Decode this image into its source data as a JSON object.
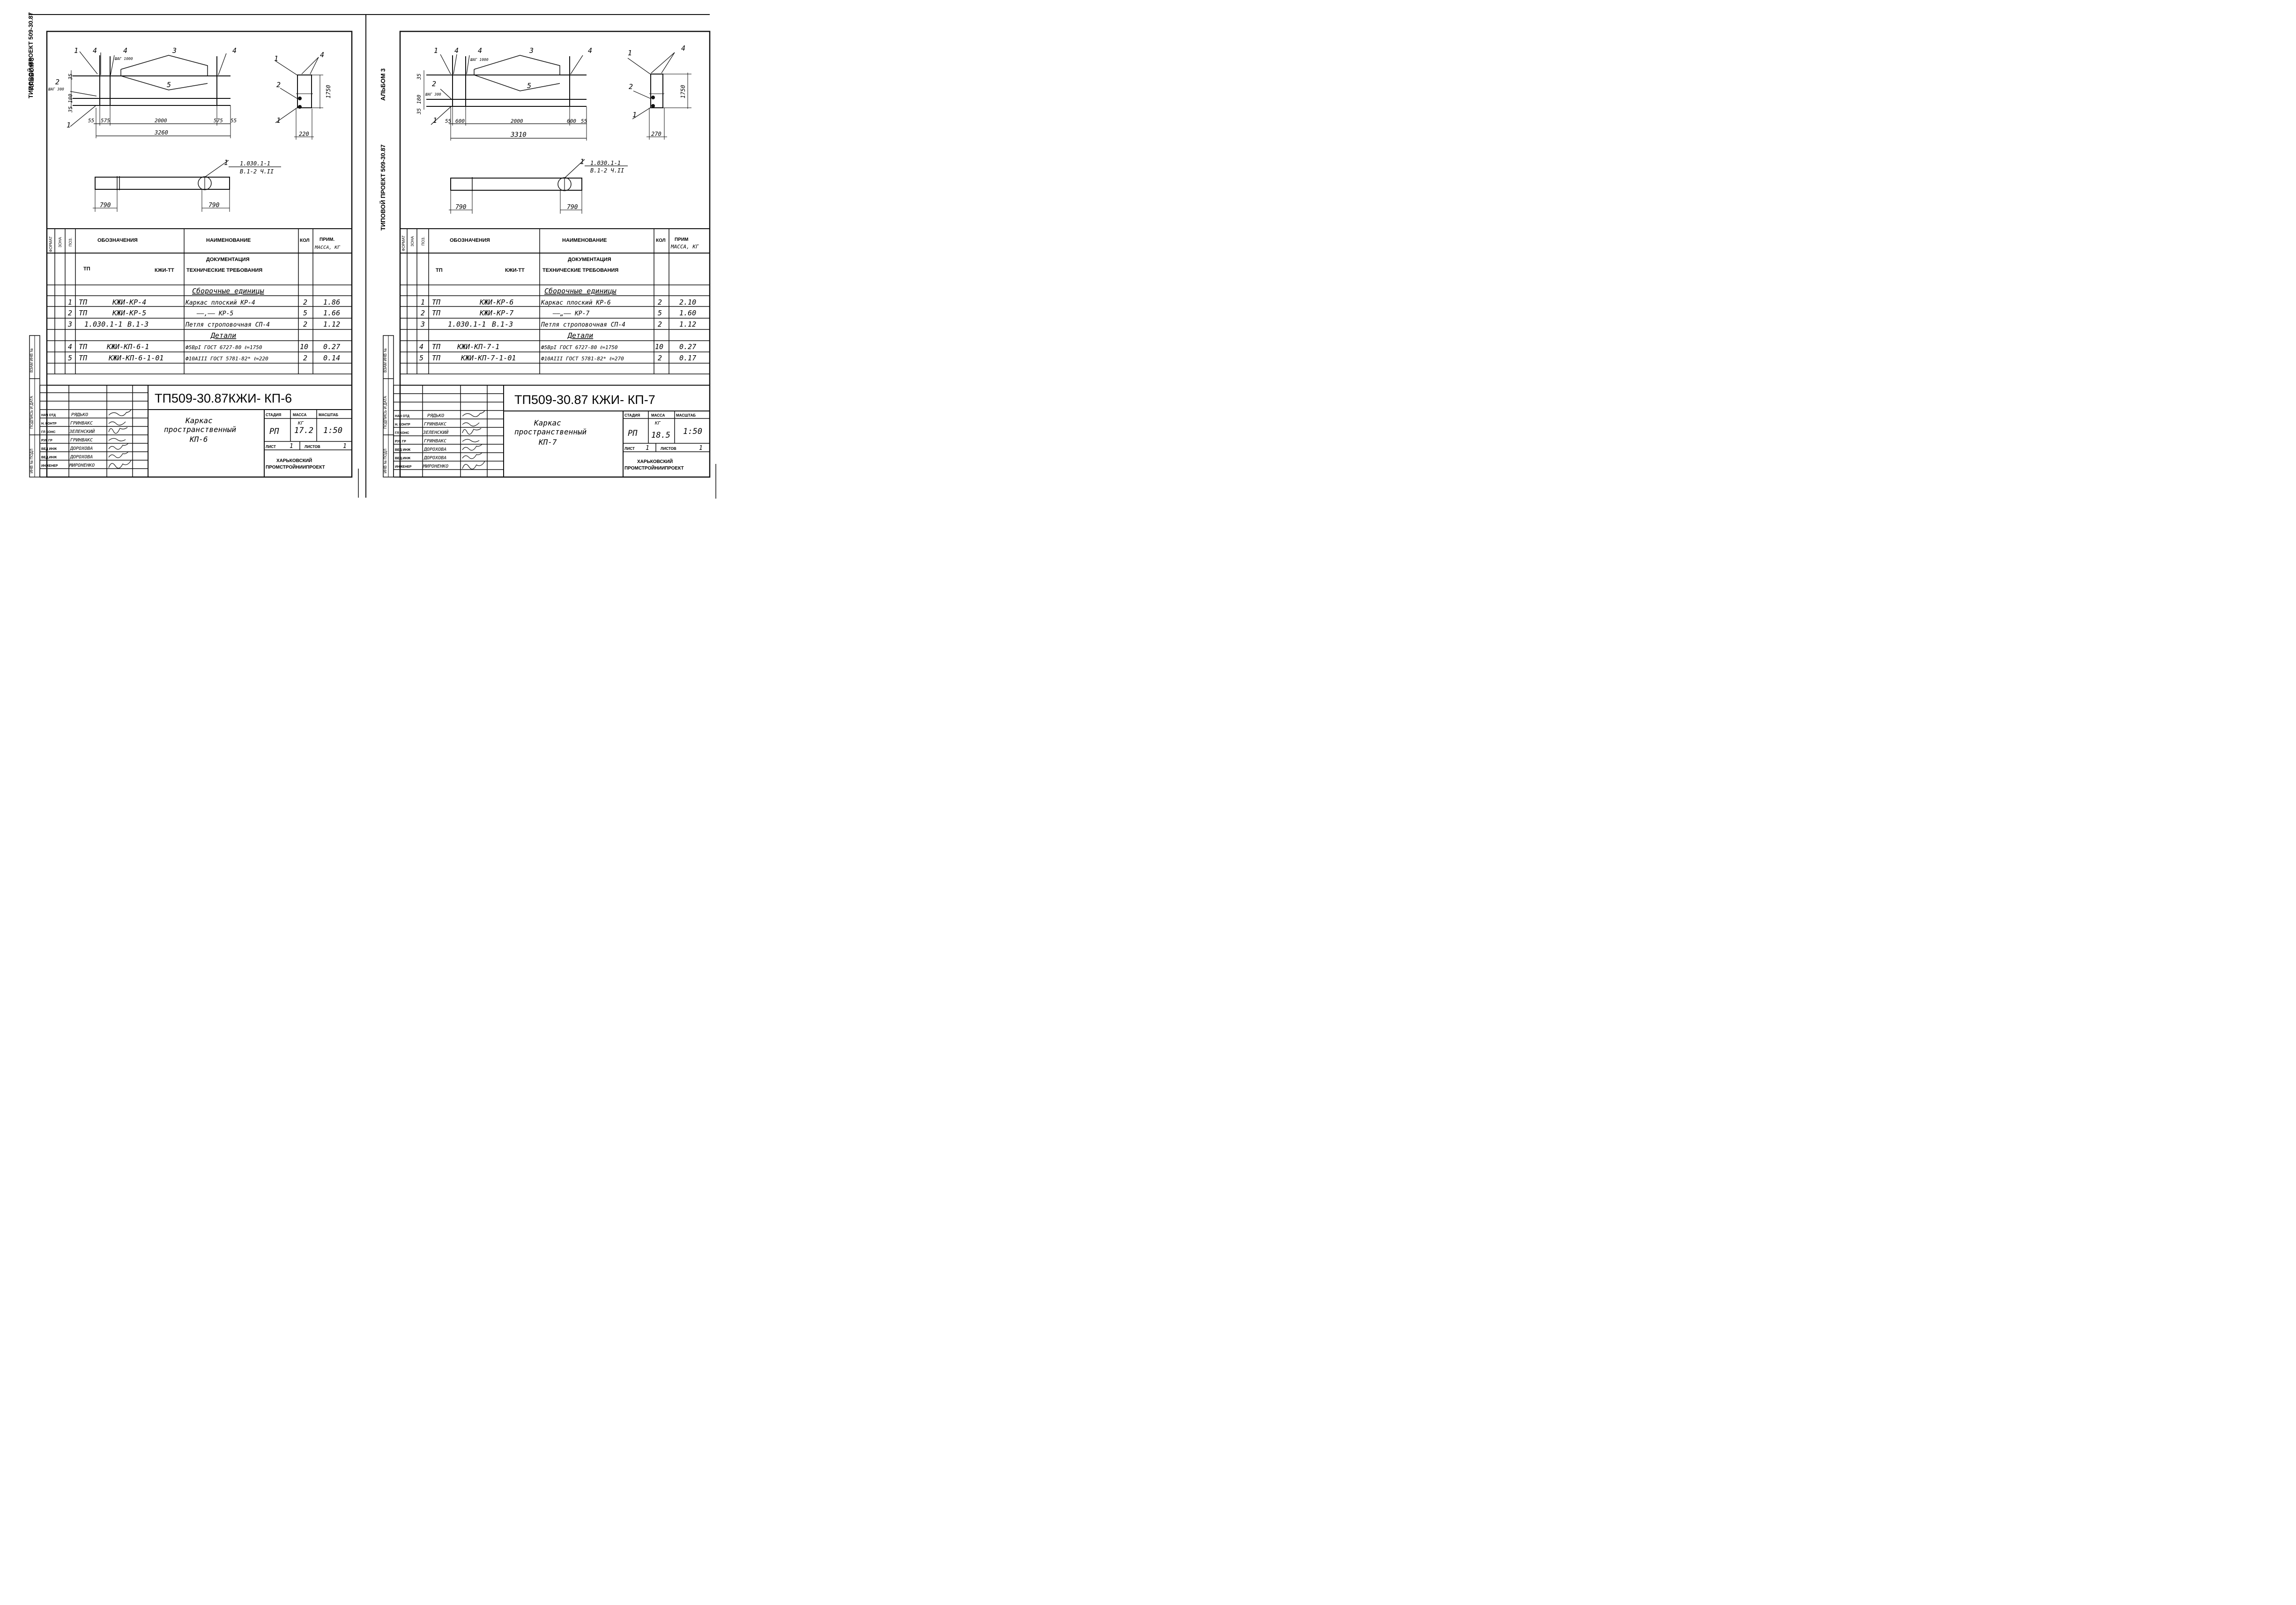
{
  "left_sheet": {
    "side_label": "ТИПОВОЙ ПРОЕКТ 509-30.87",
    "album_label": "АЛЬБОМ 3",
    "drawing": {
      "pos_labels": [
        "1",
        "4",
        "4",
        "3",
        "4",
        "2",
        "5",
        "1",
        "1",
        "2",
        "1",
        "4"
      ],
      "step_top": "ШАГ 1000",
      "step_left": "ШАГ 300",
      "dims_v": [
        "35",
        "180",
        "35"
      ],
      "dims_h": [
        "55",
        "575",
        "2000",
        "575",
        "55"
      ],
      "total": "3260",
      "side_height": "1750",
      "side_width": "220",
      "plan_ref_pos": "1",
      "plan_ref1": "1.030.1-1",
      "plan_ref2": "В.1-2 Ч.II",
      "plan_dim_left": "790",
      "plan_dim_right": "790"
    },
    "spec": {
      "headers": {
        "format": "ФОРМАТ",
        "zone": "ЗОНА",
        "pos": "ПОЗ.",
        "designation": "ОБОЗНАЧЕНИЯ",
        "name": "НАИМЕНОВАНИЕ",
        "qty": "КОЛ",
        "note": "ПРИМ.",
        "note2": "МАССА, КГ"
      },
      "doc_designation_left": "ТП",
      "doc_designation_right": "КЖИ-ТТ",
      "doc_title": "ДОКУМЕНТАЦИЯ",
      "doc_name": "ТЕХНИЧЕСКИЕ ТРЕБОВАНИЯ",
      "section_assemblies": "Сборочные единицы",
      "section_details": "Детали",
      "rows": [
        {
          "pos": "1",
          "des_a": "ТП",
          "des_b": "КЖИ-КР-4",
          "name": "Каркас плоский КР-4",
          "qty": "2",
          "note": "1.86"
        },
        {
          "pos": "2",
          "des_a": "ТП",
          "des_b": "КЖИ-КР-5",
          "name": "——,——    КР-5",
          "qty": "5",
          "note": "1.66"
        },
        {
          "pos": "3",
          "des_a": "1.030.1-1",
          "des_b": "В.1-3",
          "name": "Петля строповочная СП-4",
          "qty": "2",
          "note": "1.12"
        },
        {
          "pos": "4",
          "des_a": "ТП",
          "des_b": "КЖИ-КП-6-1",
          "name": "Ф5ВрI ГОСТ 6727-80 ℓ=1750",
          "qty": "10",
          "note": "0.27"
        },
        {
          "pos": "5",
          "des_a": "ТП",
          "des_b": "КЖИ-КП-6-1-01",
          "name": "Ф10АIII ГОСТ 5781-82* ℓ=220",
          "qty": "2",
          "note": "0.14"
        }
      ]
    },
    "title_block": {
      "code": "ТП509-30.87КЖИ- КП-6",
      "title1": "Каркас",
      "title2": "пространственный",
      "title3": "КП-6",
      "stage_label": "СТАДИЯ",
      "mass_label": "МАССА",
      "scale_label": "МАСШТАБ",
      "stage": "РП",
      "mass_unit": "КГ",
      "mass": "17.2",
      "scale": "1:50",
      "sheet_label": "ЛИСТ",
      "sheet": "1",
      "sheets_label": "ЛИСТОВ",
      "sheets": "1",
      "org1": "ХАРЬКОВСКИЙ",
      "org2": "ПРОМСТРОЙНИИПРОЕКТ",
      "staff": [
        {
          "role": "НАЧ ОТД",
          "name": "РЯДЬКО"
        },
        {
          "role": "Н. КОНТР",
          "name": "ГРИНВАКС"
        },
        {
          "role": "ГЛ КОНС",
          "name": "ЗЕЛЕНСКИЙ"
        },
        {
          "role": "РУК ГР",
          "name": "ГРИНВАКС"
        },
        {
          "role": "ВЕД ИНЖ",
          "name": "ДОРОХОВА"
        },
        {
          "role": "ВЕД.ИНЖ",
          "name": "ДОРОХОВА"
        },
        {
          "role": "ИНЖЕНЕР",
          "name": "МИРОНЕНКО"
        }
      ],
      "margin_labels": [
        "ВЗАМ ИНВ №",
        "ПОДПИСЬ И ДАТА",
        "ИНВ № ПОДЛ"
      ]
    }
  },
  "right_sheet": {
    "side_label": "ТИПОВОЙ ПРОЕКТ 509-30.87",
    "album_label": "АЛЬБОМ 3",
    "drawing": {
      "pos_labels": [
        "1",
        "4",
        "4",
        "3",
        "4",
        "2",
        "5",
        "1",
        "1",
        "2",
        "1",
        "4"
      ],
      "step_top": "ШАГ 1000",
      "step_left": "ШАГ 300",
      "dims_v": [
        "35",
        "180",
        "35"
      ],
      "dims_h": [
        "55",
        "600",
        "2000",
        "600",
        "55"
      ],
      "total": "3310",
      "side_height": "1750",
      "side_width": "270",
      "plan_ref_pos": "1",
      "plan_ref1": "1.030.1-1",
      "plan_ref2": "В.1-2 Ч.II",
      "plan_dim_left": "790",
      "plan_dim_right": "790"
    },
    "spec": {
      "headers": {
        "format": "ФОРМАТ",
        "zone": "ЗОНА",
        "pos": "ПОЗ.",
        "designation": "ОБОЗНАЧЕНИЯ",
        "name": "НАИМЕНОВАНИЕ",
        "qty": "КОЛ",
        "note": "ПРИМ",
        "note2": "МАССА, КГ"
      },
      "doc_designation_left": "ТП",
      "doc_designation_right": "КЖИ-ТТ",
      "doc_title": "ДОКУМЕНТАЦИЯ",
      "doc_name": "ТЕХНИЧЕСКИЕ ТРЕБОВАНИЯ",
      "section_assemblies": "Сборочные единицы",
      "section_details": "Детали",
      "rows": [
        {
          "pos": "1",
          "des_a": "ТП",
          "des_b": "КЖИ-КР-6",
          "name": "Каркас плоский КР-6",
          "qty": "2",
          "note": "2.10"
        },
        {
          "pos": "2",
          "des_a": "ТП",
          "des_b": "КЖИ-КР-7",
          "name": "——„——    КР-7",
          "qty": "5",
          "note": "1.60"
        },
        {
          "pos": "3",
          "des_a": "1.030.1-1",
          "des_b": "В.1-3",
          "name": "Петля строповочная СП-4",
          "qty": "2",
          "note": "1.12"
        },
        {
          "pos": "4",
          "des_a": "ТП",
          "des_b": "КЖИ-КП-7-1",
          "name": "Ф5ВрI ГОСТ 6727-80 ℓ=1750",
          "qty": "10",
          "note": "0.27"
        },
        {
          "pos": "5",
          "des_a": "ТП",
          "des_b": "КЖИ-КП-7-1-01",
          "name": "Ф10АIII ГОСТ 5781-82* ℓ=270",
          "qty": "2",
          "note": "0.17"
        }
      ]
    },
    "title_block": {
      "code": "ТП509-30.87 КЖИ- КП-7",
      "title1": "Каркас",
      "title2": "пространственный",
      "title3": "КП-7",
      "stage_label": "СТАДИЯ",
      "mass_label": "МАССА",
      "scale_label": "МАСШТАБ",
      "stage": "РП",
      "mass_unit": "КГ",
      "mass": "18.5",
      "scale": "1:50",
      "sheet_label": "ЛИСТ",
      "sheet": "1",
      "sheets_label": "ЛИСТОВ",
      "sheets": "1",
      "org1": "ХАРЬКОВСКИЙ",
      "org2": "ПРОМСТРОЙНИИПРОЕКТ",
      "staff": [
        {
          "role": "НАЧ ОТД",
          "name": "РЯДЬКО"
        },
        {
          "role": "Н. КОНТР",
          "name": "ГРИНВАКС"
        },
        {
          "role": "ГЛ КОНС",
          "name": "ЗЕЛЕНСКИЙ"
        },
        {
          "role": "РУК ГР",
          "name": "ГРИНВАКС"
        },
        {
          "role": "ВЕД ИНЖ",
          "name": "ДОРОХОВА"
        },
        {
          "role": "ВЕД.ИНЖ",
          "name": "ДОРОХОВА"
        },
        {
          "role": "ИНЖЕНЕР",
          "name": "МИРОНЕНКО"
        }
      ],
      "margin_labels": [
        "ВЗАМ ИНВ №",
        "ПОДПИСЬ И ДАТА",
        "ИНВ № ПОДЛ"
      ]
    }
  }
}
